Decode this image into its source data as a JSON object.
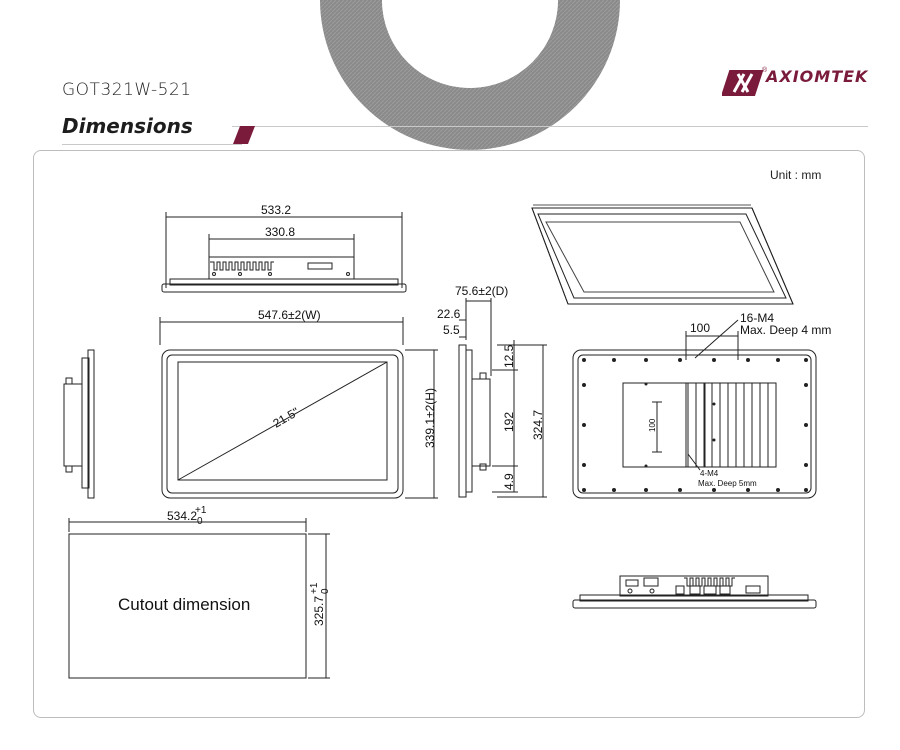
{
  "header": {
    "model": "GOT321W-521",
    "brand": "AXIOMTEK",
    "section_title": "Dimensions"
  },
  "diagram": {
    "unit": "Unit : mm",
    "top_view": {
      "width": "533.2",
      "inner": "330.8"
    },
    "front_view": {
      "width": "547.6±2(W)",
      "height": "339.1±2(H)",
      "diagonal": "21.5\""
    },
    "side_view": {
      "depth": "75.6±2(D)",
      "d1": "22.6",
      "d2": "5.5",
      "d3": "12.5",
      "d4": "192",
      "d5": "324.7",
      "d6": "4.9"
    },
    "rear_view": {
      "spacing": "100",
      "holes": "16-M4",
      "depth_note": "Max. Deep 4 mm",
      "vspacing": "100",
      "small_holes": "4-M4",
      "small_depth": "Max. Deep 5mm"
    },
    "cutout": {
      "label": "Cutout dimension",
      "width": "534.2",
      "height": "325.7",
      "tol_plus": "+1",
      "tol_zero": "0"
    }
  },
  "colors": {
    "brand": "#7a1b3b",
    "accent_bar": "#7a1b3b"
  }
}
